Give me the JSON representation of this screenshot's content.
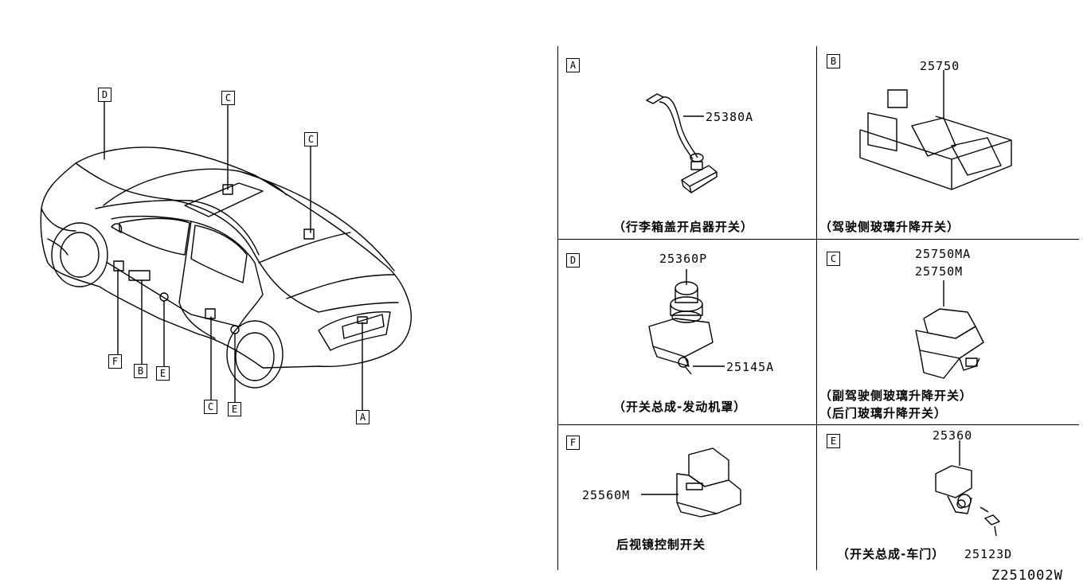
{
  "overview": {
    "callouts": [
      {
        "id": "D"
      },
      {
        "id": "C"
      },
      {
        "id": "C"
      },
      {
        "id": "F"
      },
      {
        "id": "B"
      },
      {
        "id": "E"
      },
      {
        "id": "C"
      },
      {
        "id": "E"
      },
      {
        "id": "A"
      }
    ]
  },
  "panels": {
    "A": {
      "letter": "A",
      "parts": [
        "25380A"
      ],
      "caption": "（行李箱盖开启器开关）"
    },
    "B": {
      "letter": "B",
      "parts": [
        "25750"
      ],
      "caption": "（驾驶侧玻璃升降开关）"
    },
    "D": {
      "letter": "D",
      "parts": [
        "25360P",
        "25145A"
      ],
      "caption": "（开关总成-发动机罩）"
    },
    "C": {
      "letter": "C",
      "parts": [
        "25750MA",
        "25750M"
      ],
      "caption_line1": "（副驾驶侧玻璃升降开关）",
      "caption_line2": "（后门玻璃升降开关）"
    },
    "F": {
      "letter": "F",
      "parts": [
        "25560M"
      ],
      "caption": "后视镜控制开关"
    },
    "E": {
      "letter": "E",
      "parts": [
        "25360",
        "25123D"
      ],
      "caption": "（开关总成-车门）"
    }
  },
  "diagram_code": "Z251002W"
}
